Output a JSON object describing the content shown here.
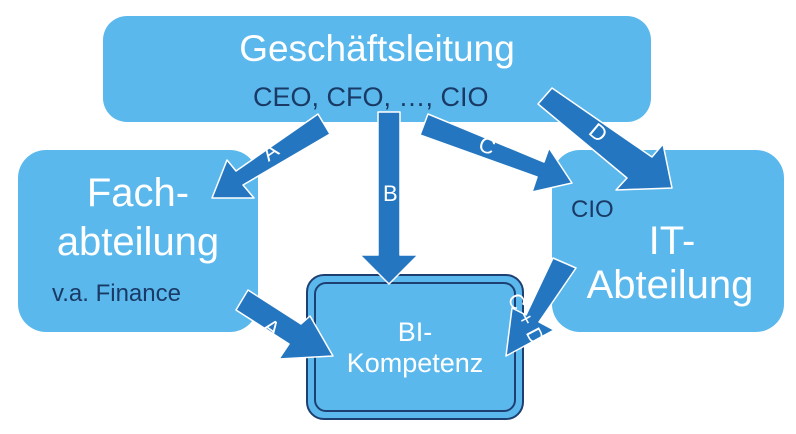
{
  "nodes": {
    "management": {
      "title": "Geschäftsleitung",
      "subtitle": "CEO, CFO, …, CIO"
    },
    "business_department": {
      "title_line1": "Fach-",
      "title_line2": "abteilung",
      "subtitle": "v.a. Finance"
    },
    "it_department": {
      "cio_label": "CIO",
      "title_line1": "IT-",
      "title_line2": "Abteilung"
    },
    "bi_competence": {
      "title_line1": "BI-",
      "title_line2": "Kompetenz"
    }
  },
  "edges": [
    {
      "label": "A",
      "from": "management",
      "to": "business_department"
    },
    {
      "label": "B",
      "from": "management",
      "to": "bi_competence"
    },
    {
      "label": "C",
      "from": "management",
      "to": "it_department"
    },
    {
      "label": "D",
      "from": "management",
      "to": "it_department"
    },
    {
      "label": "A",
      "from": "business_department",
      "to": "bi_competence"
    },
    {
      "label": "C + D",
      "from": "it_department",
      "to": "bi_competence"
    }
  ],
  "colors": {
    "box_fill": "#5bb8ec",
    "arrow_fill": "#2576c0",
    "text_white": "#ffffff",
    "text_navy": "#1a3a66",
    "frame_border": "#1e3f72"
  }
}
